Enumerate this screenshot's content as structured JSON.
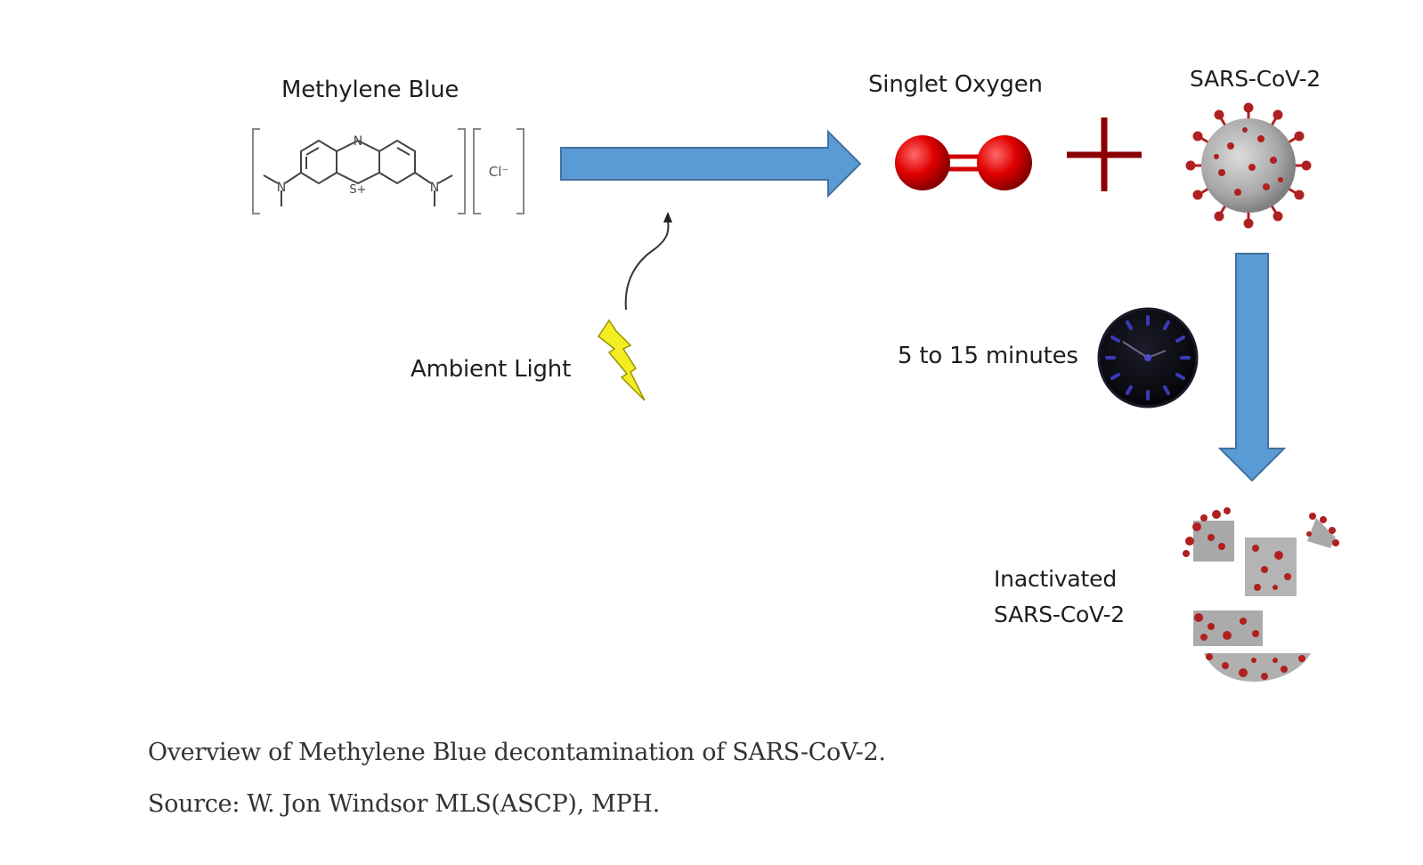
{
  "diagram": {
    "labels": {
      "methylene_blue": "Methylene Blue",
      "singlet_oxygen": "Singlet Oxygen",
      "sars_cov_2": "SARS-CoV-2",
      "ambient_light": "Ambient Light",
      "duration": "5 to 15 minutes",
      "inactivated_line1": "Inactivated",
      "inactivated_line2": "SARS-CoV-2"
    },
    "molecule_atoms": {
      "n_top": "N",
      "s_center": "S+",
      "n_left": "N",
      "n_right": "N",
      "counter_ion": "Cl⁻"
    },
    "colors": {
      "arrow_fill": "#5b9bd5",
      "arrow_stroke": "#41719c",
      "oxygen": "#e00000",
      "plus": "#8b0000",
      "lightning": "#f2ee22",
      "clock_face": "#0e0e14",
      "clock_ticks": "#3a3ab8",
      "virus_spike": "#b02020"
    }
  },
  "caption": {
    "line1": "Overview of Methylene Blue decontamination of SARS-CoV-2.",
    "line2": "Source: W. Jon Windsor MLS(ASCP), MPH."
  }
}
